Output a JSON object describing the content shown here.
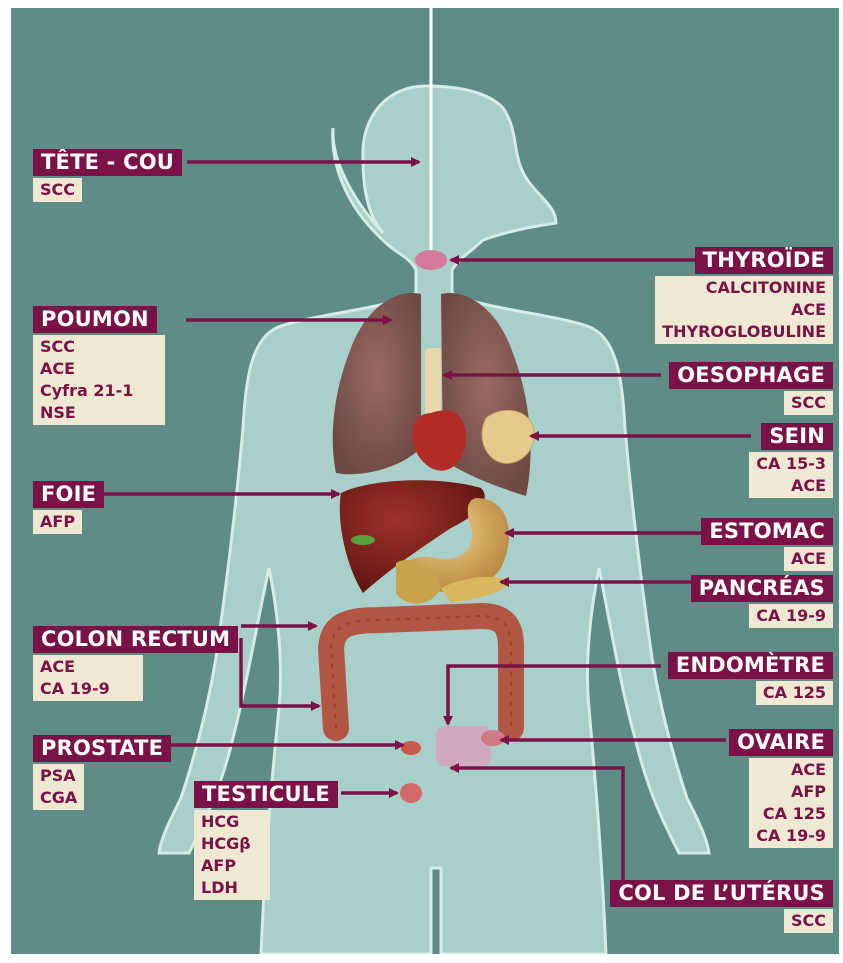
{
  "labels": {
    "tete_cou": {
      "title": "TÊTE - COU",
      "markers": [
        "SCC"
      ]
    },
    "poumon": {
      "title": "POUMON",
      "markers": [
        "SCC",
        "ACE",
        "Cyfra 21-1",
        "NSE"
      ]
    },
    "foie": {
      "title": "FOIE",
      "markers": [
        "AFP"
      ]
    },
    "colon_rectum": {
      "title": "COLON RECTUM",
      "markers": [
        "ACE",
        "CA 19-9"
      ]
    },
    "prostate": {
      "title": "PROSTATE",
      "markers": [
        "PSA",
        "CGA"
      ]
    },
    "testicule": {
      "title": "TESTICULE",
      "markers": [
        "HCG",
        "HCGβ",
        "AFP",
        "LDH"
      ]
    },
    "thyroide": {
      "title": "THYROÏDE",
      "markers": [
        "CALCITONINE",
        "ACE",
        "THYROGLOBULINE"
      ]
    },
    "oesophage": {
      "title": "OESOPHAGE",
      "markers": [
        "SCC"
      ]
    },
    "sein": {
      "title": "SEIN",
      "markers": [
        "CA 15-3",
        "ACE"
      ]
    },
    "estomac": {
      "title": "ESTOMAC",
      "markers": [
        "ACE"
      ]
    },
    "pancreas": {
      "title": "PANCRÉAS",
      "markers": [
        "CA 19-9"
      ]
    },
    "endometre": {
      "title": "ENDOMÈTRE",
      "markers": [
        "CA 125"
      ]
    },
    "ovaire": {
      "title": "OVAIRE",
      "markers": [
        "ACE",
        "AFP",
        "CA 125",
        "CA 19-9"
      ]
    },
    "col_uterus": {
      "title": "COL DE L’UTÉRUS",
      "markers": [
        "SCC"
      ]
    }
  },
  "colors": {
    "background": "#5f8c87",
    "silhouette": "#a9cfcb",
    "label_fill": "#7a1247",
    "marker_box": "#efe8d2",
    "marker_text": "#7a1247",
    "arrow": "#7a1247"
  }
}
